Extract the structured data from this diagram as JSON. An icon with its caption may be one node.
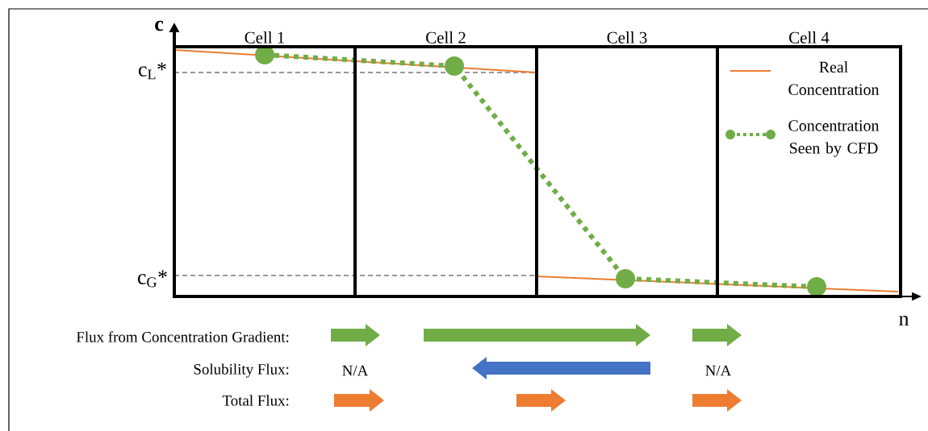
{
  "diagram": {
    "nodes": [
      {
        "text": [
          "Cell 1"
        ]
      },
      {
        "text": [
          "Cell 2"
        ]
      },
      {
        "text": [
          "Cell 3"
        ]
      },
      {
        "text": [
          "Cell 4"
        ]
      }
    ],
    "labels": [
      "c",
      "c$_{L}$*",
      "c$_{G}$*",
      "n",
      "Flux from Concentration Gradient:",
      "Solubility Flux:",
      "N/A",
      "N/A",
      "Total Flux:"
    ],
    "legend": [
      {
        "text": "Real Concentration"
      },
      {
        "text": "Concentration Seen by CFD"
      }
    ]
  }
}
